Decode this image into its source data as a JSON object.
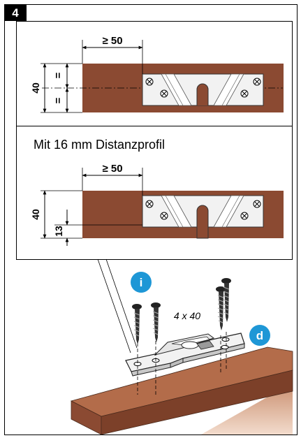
{
  "step_number": "4",
  "top_panel": {
    "dim_width": "≥ 50",
    "dim_height": "40",
    "equal_mark": "=",
    "equal_mark_2": "="
  },
  "bottom_panel": {
    "caption": "Mit 16 mm Distanzprofil",
    "dim_width": "≥ 50",
    "dim_height": "40",
    "dim_offset": "13"
  },
  "assembly": {
    "badge_i": "i",
    "badge_d": "d",
    "screw_spec": "4 x 40"
  },
  "colors": {
    "wood_front": "#8b4a32",
    "wood_top": "#b36c4a",
    "wood_light": "#e3bba3",
    "badge_blue": "#1e97d6",
    "plate_fill": "#f2f2f2",
    "step_bg": "#000000"
  }
}
